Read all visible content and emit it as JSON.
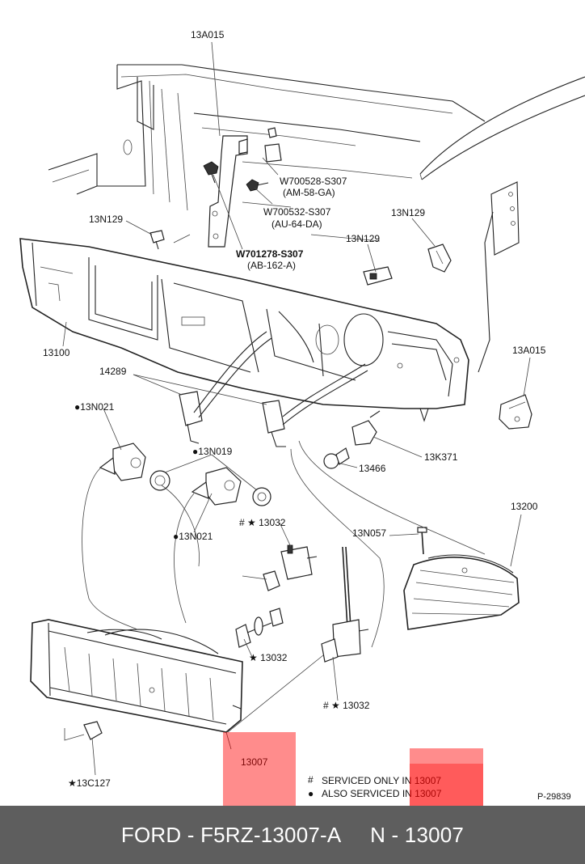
{
  "diagram": {
    "labels": {
      "bracket_top": "13A015",
      "nut": "W700528-S307",
      "nut_spec": "(AM-58-GA)",
      "screw": "W700532-S307",
      "screw_spec": "(AU-64-DA)",
      "bolt": "W701278-S307",
      "bolt_spec": "(AB-162-A)",
      "clip_left": "13N129",
      "clip_mid": "13N129",
      "clip_right": "13N129",
      "panel": "13100",
      "bracket_right": "13A015",
      "socket_wire": "14289",
      "bulb_left": "●13N021",
      "bulb_retainer": "●13N019",
      "bulb_lower": "●13N021",
      "adjuster_top": "# ★ 13032",
      "socket_side": "13K371",
      "bulb_side": "13466",
      "side_lamp": "13200",
      "pin": "13N057",
      "adjuster_mid": "★ 13032",
      "adjuster_right": "# ★ 13032",
      "headlamp": "13007",
      "grommet": "★13C127",
      "drawing_no": "P-29839"
    },
    "legend": {
      "hash_symbol": "#",
      "hash_text": "SERVICED ONLY IN 13007",
      "dot_symbol": "●",
      "dot_text": "ALSO SERVICED IN 13007"
    }
  },
  "footer": {
    "text": "FORD - F5RZ-13007-A     N - 13007"
  }
}
